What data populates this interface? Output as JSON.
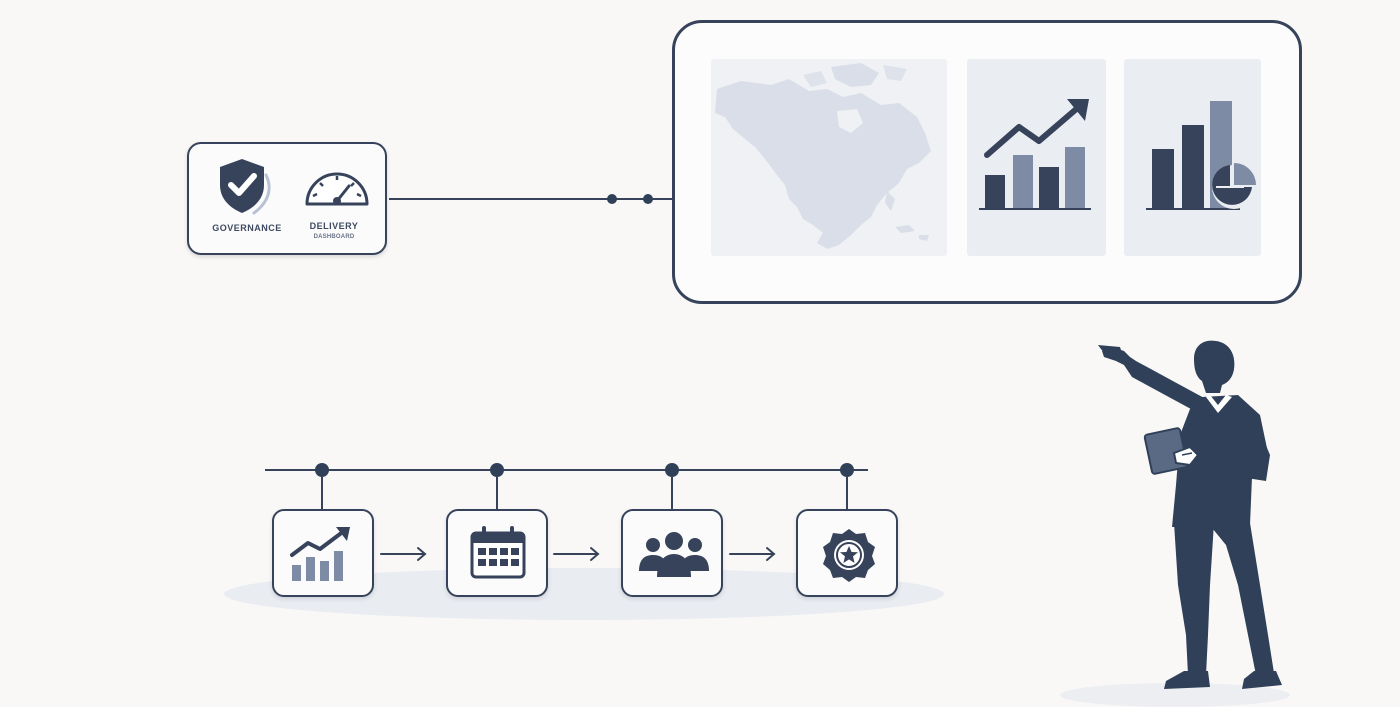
{
  "governance_card": {
    "governance_label": "GOVERNANCE",
    "delivery_label": "DELIVERY",
    "delivery_sublabel": "DASHBOARD"
  },
  "dashboard_panel": {
    "tiles": [
      "map-of-north-america",
      "upward-trend-chart",
      "bar-and-pie-chart"
    ]
  },
  "process_steps": [
    {
      "icon": "growth-chart-icon"
    },
    {
      "icon": "calendar-icon"
    },
    {
      "icon": "team-icon"
    },
    {
      "icon": "award-badge-icon"
    }
  ],
  "colors": {
    "ink": "#2f4058",
    "outline": "#36435a",
    "bar_light": "#7d8ba5",
    "tile_bg": "#eaedf2",
    "map_fill": "#d9dee8",
    "background": "#faf8f7"
  }
}
